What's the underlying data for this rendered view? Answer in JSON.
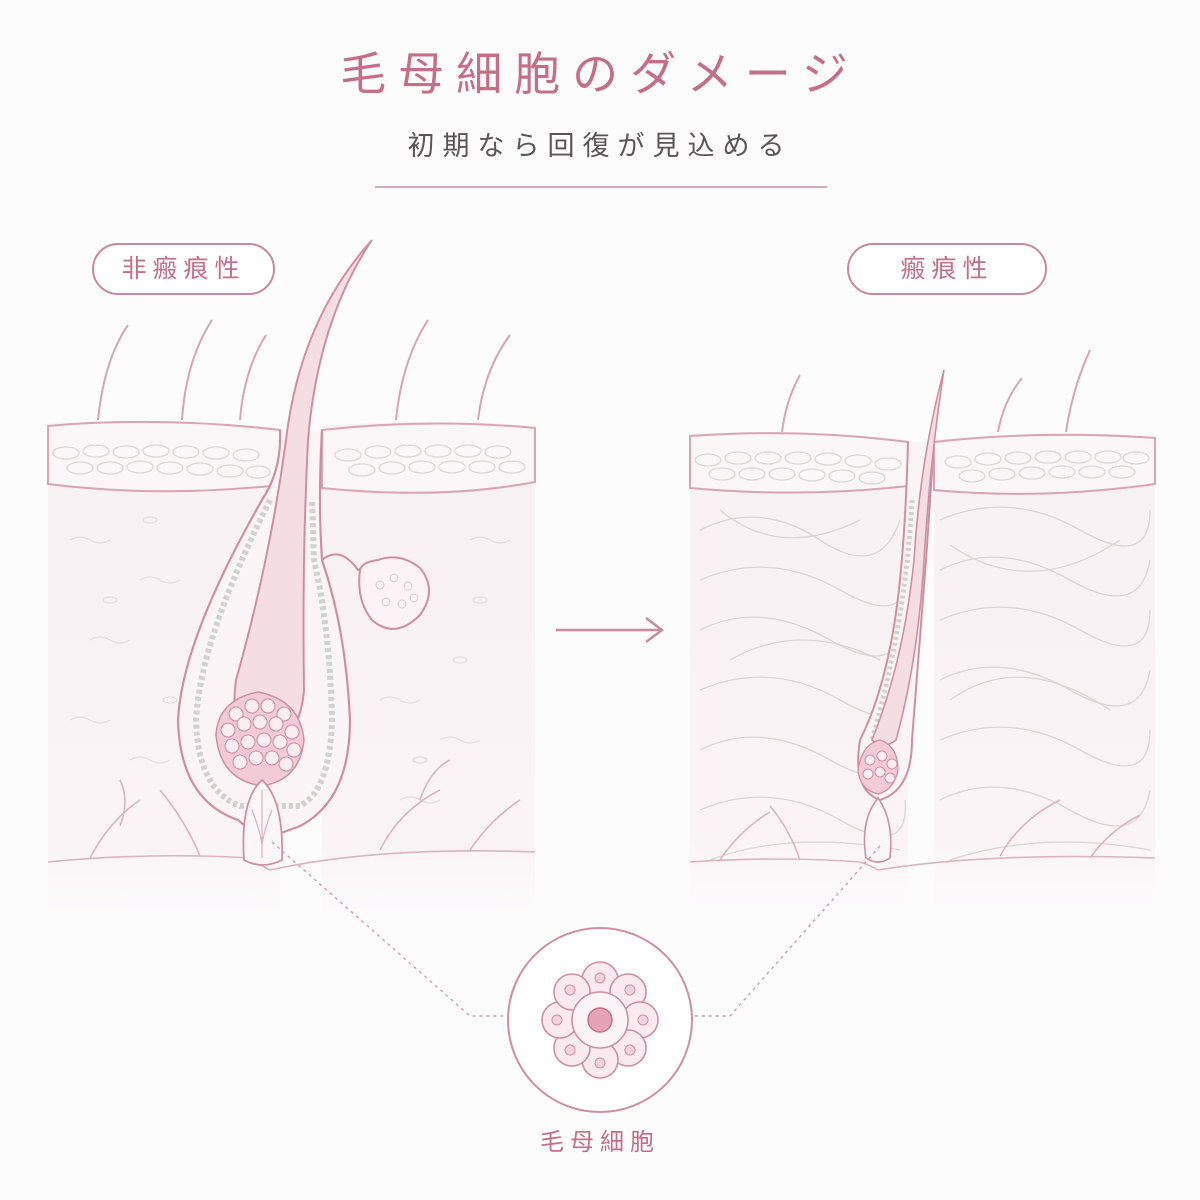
{
  "title": "毛母細胞のダメージ",
  "subtitle": "初期なら回復が見込める",
  "labels": {
    "left": "非瘢痕性",
    "right": "瘢痕性",
    "cell": "毛母細胞"
  },
  "colors": {
    "accent": "#c46f86",
    "line": "#d29aa9",
    "skin": "#f7eff2",
    "text": "#5a5457"
  }
}
